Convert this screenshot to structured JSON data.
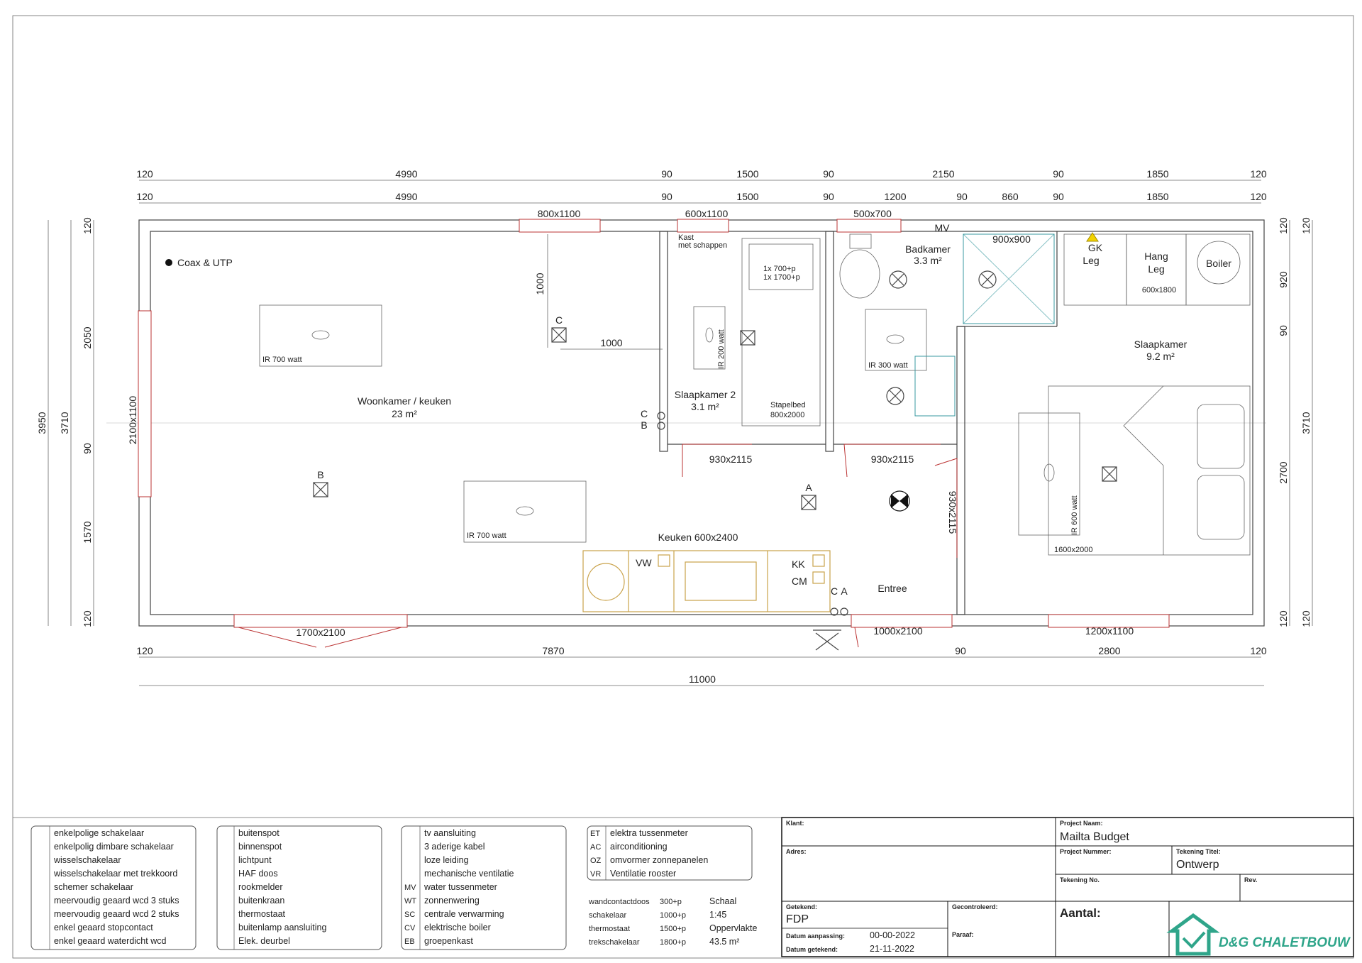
{
  "dimensions": {
    "top_row1": [
      "120",
      "4990",
      "90",
      "1500",
      "90",
      "2150",
      "90",
      "1850",
      "120"
    ],
    "top_row2": [
      "120",
      "4990",
      "90",
      "1500",
      "90",
      "1200",
      "90",
      "860",
      "90",
      "1850",
      "120"
    ],
    "bottom_row1": [
      "120",
      "7870",
      "90",
      "2800",
      "120"
    ],
    "bottom_total": "11000",
    "left_outer": "3950",
    "left_mid": "3710",
    "left_inner": [
      "120",
      "2050",
      "90",
      "1570",
      "120"
    ],
    "right_inner": [
      "120",
      "920",
      "90",
      "2700",
      "120"
    ],
    "right_outer": "3710",
    "right_outer_small": [
      "120",
      "120"
    ],
    "interior_1000_v": "1000",
    "interior_1000_h": "1000"
  },
  "windows": {
    "w_top_living": "800x1100",
    "w_top_bed2": "600x1100",
    "w_top_bath": "500x700",
    "w_left": "2100x1100",
    "w_bottom_living": "1700x2100",
    "w_bottom_entry": "1000x2100",
    "w_bottom_bed": "1200x1100"
  },
  "doors": {
    "d_bed2": "930x2115",
    "d_bath": "930x2115",
    "d_bed": "930x2115"
  },
  "rooms": {
    "living_name": "Woonkamer / keuken",
    "living_area": "23 m²",
    "bed2_name": "Slaapkamer 2",
    "bed2_area": "3.1 m²",
    "bath_name": "Badkamer",
    "bath_area": "3.3 m²",
    "bed_name": "Slaapkamer",
    "bed_area": "9.2 m²",
    "entree": "Entree"
  },
  "labels": {
    "coax": "Coax & UTP",
    "kast": "Kast",
    "kast2": "met schappen",
    "bunk1": "1x 700+p",
    "bunk2": "1x 1700+p",
    "stapelbed": "Stapelbed",
    "stapelbed_size": "800x2000",
    "ir_living1": "IR 700 watt",
    "ir_living2": "IR 700 watt",
    "ir_bed2": "IR 200 watt",
    "ir_bath": "IR 300 watt",
    "ir_bed": "IR 600 watt",
    "shower": "900x900",
    "mv": "MV",
    "gk": "GK",
    "leg": "Leg",
    "hang": "Hang",
    "hang2": "Leg",
    "hang_size": "600x1800",
    "boiler": "Boiler",
    "bed_size": "1600x2000",
    "keuken": "Keuken 600x2400",
    "vw": "VW",
    "kk": "KK",
    "cm": "CM",
    "sw_a": "A",
    "sw_b": "B",
    "sw_c": "C",
    "sw_cb_c": "C",
    "sw_cb_b": "B",
    "sw_ca_c": "C",
    "sw_ca_a": "A"
  },
  "legend1": [
    "enkelpolige schakelaar",
    "enkelpolig dimbare schakelaar",
    "wisselschakelaar",
    "wisselschakelaar met trekkoord",
    "schemer schakelaar",
    "meervoudig geaard wcd 3 stuks",
    "meervoudig geaard wcd 2 stuks",
    "enkel geaard stopcontact",
    "enkel geaard waterdicht wcd"
  ],
  "legend2": [
    "buitenspot",
    "binnenspot",
    "lichtpunt",
    "HAF doos",
    "rookmelder",
    "buitenkraan",
    "thermostaat",
    "buitenlamp aansluiting",
    "Elek. deurbel"
  ],
  "legend3": [
    "tv aansluiting",
    "3 aderige kabel",
    "loze leiding",
    "mechanische ventilatie",
    "water tussenmeter",
    "zonnenwering",
    "centrale verwarming",
    "elektrische boiler",
    "groepenkast"
  ],
  "legend3_codes": [
    "",
    "",
    "",
    "MV",
    "WT",
    "SC",
    "CV",
    "EB",
    "GK"
  ],
  "legend4_codes": [
    "ET",
    "AC",
    "OZ",
    "VR"
  ],
  "legend4": [
    "elektra tussenmeter",
    "airconditioning",
    "omvormer zonnepanelen",
    "Ventilatie rooster"
  ],
  "heights": [
    {
      "label": "wandcontactdoos",
      "value": "300+p"
    },
    {
      "label": "schakelaar",
      "value": "1000+p"
    },
    {
      "label": "thermostaat",
      "value": "1500+p"
    },
    {
      "label": "trekschakelaar",
      "value": "1800+p"
    }
  ],
  "scale": {
    "label": "Schaal",
    "value": "1:45"
  },
  "area": {
    "label": "Oppervlakte",
    "value": "43.5 m²"
  },
  "titleblock": {
    "klant_label": "Klant:",
    "adres_label": "Adres:",
    "getekend_label": "Getekend:",
    "getekend_value": "FDP",
    "gecontroleerd_label": "Gecontroleerd:",
    "paraaf_label": "Paraaf:",
    "datum_aanpassing_label": "Datum aanpassing:",
    "datum_aanpassing_value": "00-00-2022",
    "datum_getekend_label": "Datum getekend:",
    "datum_getekend_value": "21-11-2022",
    "project_naam_label": "Project Naam:",
    "project_naam_value": "Mailta Budget",
    "project_nummer_label": "Project Nummer:",
    "tekening_titel_label": "Tekening Titel:",
    "tekening_titel_value": "Ontwerp",
    "tekening_no_label": "Tekening No.",
    "rev_label": "Rev.",
    "aantal_label": "Aantal:",
    "logo_text": "D&G CHALETBOUW"
  },
  "colors": {
    "window": "#b33333",
    "kitchen": "#c9a24a",
    "logo": "#2fa58a",
    "shower": "#3a9aa0"
  }
}
